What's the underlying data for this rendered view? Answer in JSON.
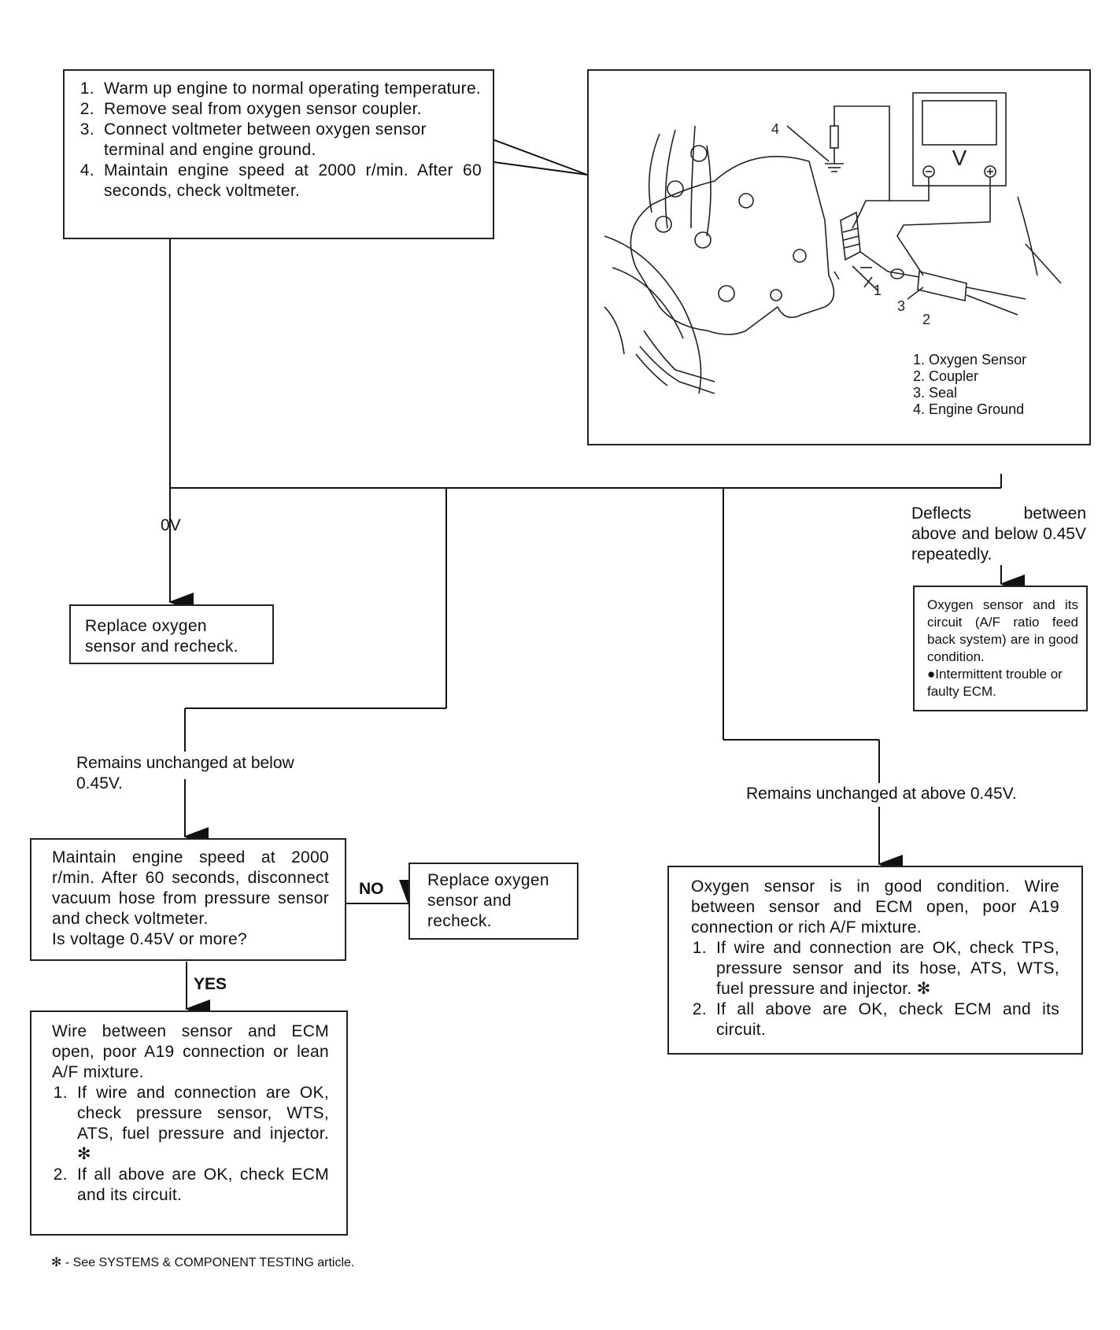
{
  "step1": {
    "items": [
      "Warm up engine to normal operating temperature.",
      "Remove seal from oxygen sensor coupler.",
      "Connect voltmeter between oxygen sensor terminal and engine ground.",
      "Maintain engine speed at 2000 r/min. After 60 seconds, check voltmeter."
    ]
  },
  "illustration": {
    "meter_symbol": "V",
    "minus": "⊖",
    "plus": "⊕",
    "callouts": [
      "1",
      "2",
      "3",
      "4"
    ],
    "legend": [
      "1. Oxygen Sensor",
      "2. Coupler",
      "3. Seal",
      "4. Engine Ground"
    ]
  },
  "branches": {
    "zero_v": "0V",
    "below": "Remains unchanged at below 0.45V.",
    "above": "Remains unchanged at above 0.45V.",
    "deflects": "Deflects between above and below 0.45V repeatedly."
  },
  "boxes": {
    "replace1": "Replace oxygen sensor and recheck.",
    "good_cond": "Oxygen sensor and its circuit (A/F ratio feed back system) are in good condition.",
    "good_cond_bullet": "●Intermittent trouble or faulty ECM.",
    "maintain": "Maintain engine speed at 2000 r/min. After 60 seconds, disconnect vacuum hose from pressure sensor and check voltmeter.",
    "maintain_q": "Is voltage 0.45V or more?",
    "no_label": "NO",
    "yes_label": "YES",
    "replace2": "Replace oxygen sensor and recheck.",
    "lean_intro": "Wire between sensor and ECM open, poor A19 connection or lean A/F mixture.",
    "lean_items": [
      "If wire and connection are OK, check pressure sensor, WTS, ATS, fuel pressure and injector. ✻",
      "If all above are OK, check ECM and its circuit."
    ],
    "rich_intro": "Oxygen sensor is in good condition. Wire between sensor and ECM open, poor A19 connection or rich A/F mixture.",
    "rich_items": [
      "If wire and connection are OK, check TPS, pressure sensor and its hose, ATS, WTS, fuel pressure and injector. ✻",
      "If all above are OK, check ECM and its circuit."
    ]
  },
  "footnote": "✻ - See SYSTEMS & COMPONENT TESTING article."
}
